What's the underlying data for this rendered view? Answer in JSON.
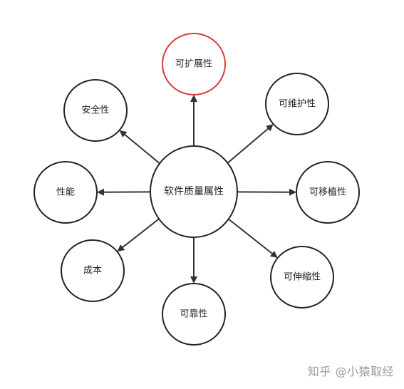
{
  "diagram": {
    "center": {
      "label": "软件质量属性"
    },
    "nodes": [
      {
        "id": "extensibility",
        "label": "可扩展性",
        "highlight": true
      },
      {
        "id": "maintainability",
        "label": "可维护性",
        "highlight": false
      },
      {
        "id": "portability",
        "label": "可移植性",
        "highlight": false
      },
      {
        "id": "scalability",
        "label": "可伸缩性",
        "highlight": false
      },
      {
        "id": "reliability",
        "label": "可靠性",
        "highlight": false
      },
      {
        "id": "cost",
        "label": "成本",
        "highlight": false
      },
      {
        "id": "performance",
        "label": "性能",
        "highlight": false
      },
      {
        "id": "security",
        "label": "安全性",
        "highlight": false
      }
    ],
    "colors": {
      "stroke": "#222222",
      "highlight_stroke": "#d93a3a",
      "arrow": "#333333"
    }
  },
  "watermark": {
    "platform": "知乎",
    "author": "@小猿取经"
  }
}
